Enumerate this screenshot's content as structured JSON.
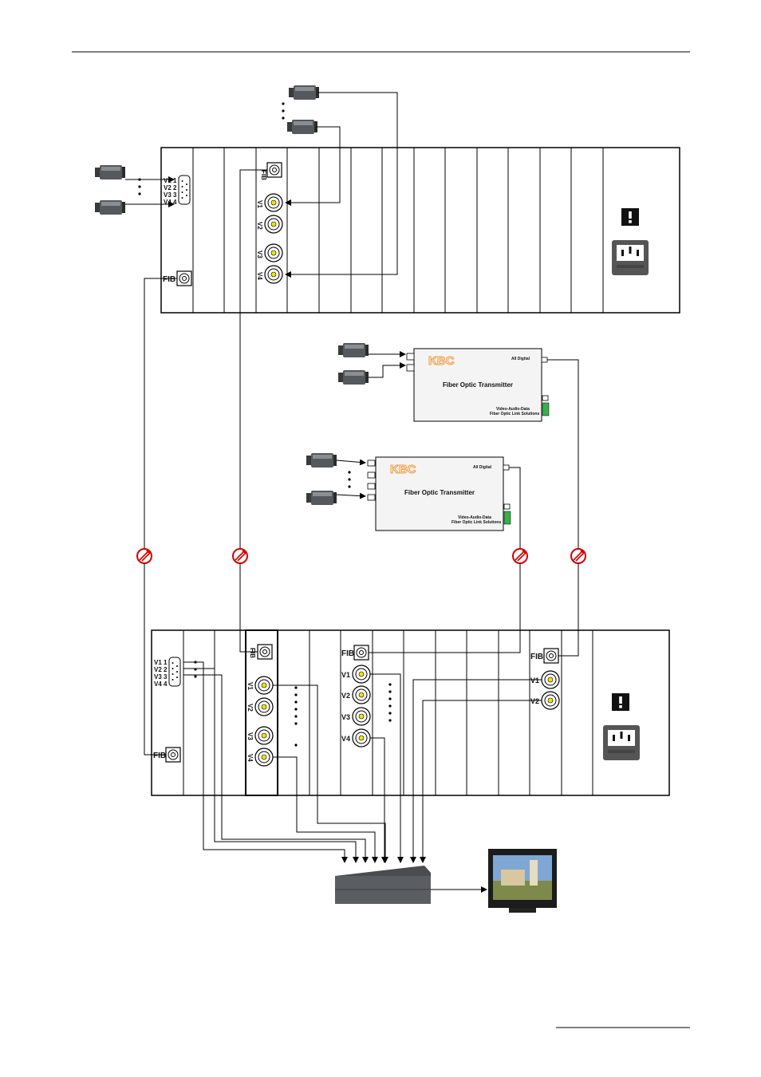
{
  "fib_label": "FIB",
  "video_ports": [
    "V1",
    "V2",
    "V3",
    "V4"
  ],
  "pinout_labels": [
    "V1  1",
    "V2  2",
    "V3  3",
    "V4  4"
  ],
  "transmitter": {
    "brand": "KBC",
    "title": "Fiber Optic Transmitter",
    "corner": "All Digital",
    "footer_line1": "Video-Audio-Data",
    "footer_line2": "Fiber Optic Link Solutions"
  },
  "icons": [
    "camera-icon",
    "fiber-optic-icon",
    "warning-icon",
    "power-inlet-icon",
    "bnc-connector-icon",
    "video-switcher-icon",
    "monitor-icon"
  ],
  "colors": {
    "line": "#000000",
    "bnc_center": "#f2e600",
    "kbc_orange": "#f29a3a",
    "power_inlet": "#555555",
    "fiber_icon": "#d40000",
    "status_green": "#3bb04a"
  }
}
